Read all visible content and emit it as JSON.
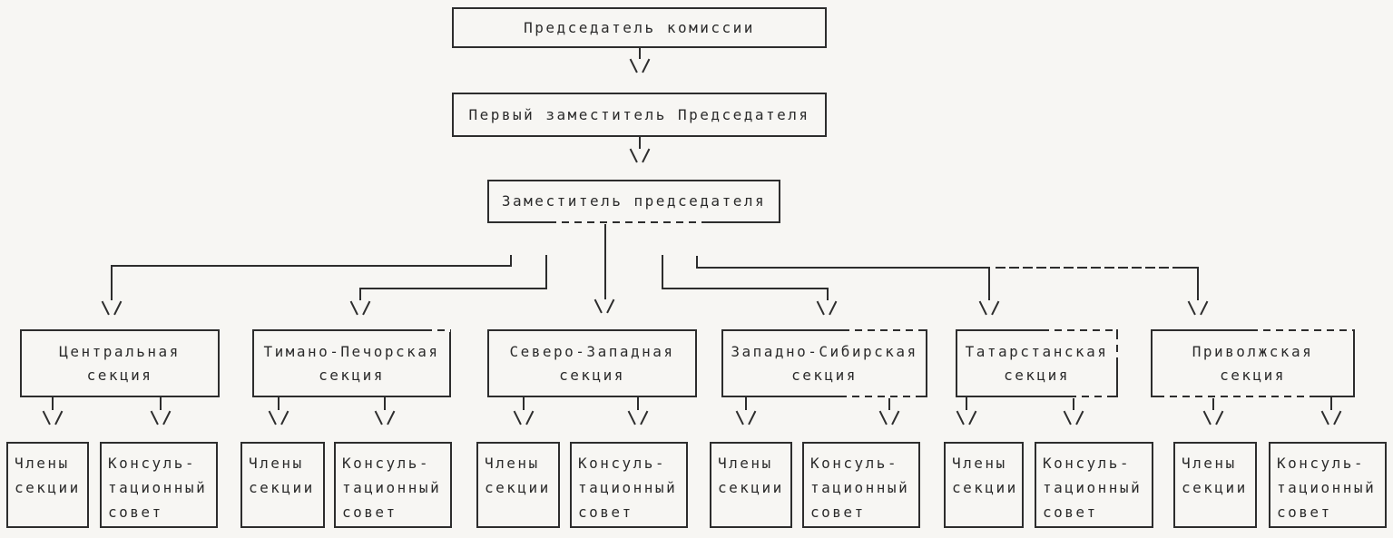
{
  "palette": {
    "paper": "#f7f6f3",
    "ink": "#2d2d2d"
  },
  "org_chart": {
    "levels": {
      "chairman": "Председатель комиссии",
      "first_deputy": "Первый заместитель Председателя",
      "deputy": "Заместитель председателя"
    },
    "sections": [
      {
        "title": "Центральная\nсекция",
        "members": "Члены\nсекции",
        "council": "Консуль-\nтационный\nсовет"
      },
      {
        "title": "Тимано-Печорская\nсекция",
        "members": "Члены\nсекции",
        "council": "Консуль-\nтационный\nсовет"
      },
      {
        "title": "Северо-Западная\nсекция",
        "members": "Члены\nсекции",
        "council": "Консуль-\nтационный\nсовет"
      },
      {
        "title": "Западно-Сибирская\nсекция",
        "members": "Члены\nсекции",
        "council": "Консуль-\nтационный\nсовет"
      },
      {
        "title": "Татарстанская\nсекция",
        "members": "Члены\nсекции",
        "council": "Консуль-\nтационный\nсовет"
      },
      {
        "title": "Приволжская\nсекция",
        "members": "Члены\nсекции",
        "council": "Консуль-\nтационный\nсовет"
      }
    ]
  }
}
